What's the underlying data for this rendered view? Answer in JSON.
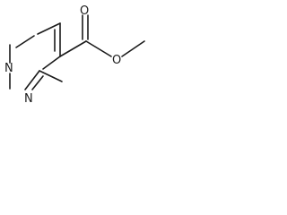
{
  "molecule": {
    "atoms": {
      "ring_n1": "N",
      "ring_n3": "N",
      "carbonyl_o": "O",
      "ester_o": "O"
    }
  }
}
